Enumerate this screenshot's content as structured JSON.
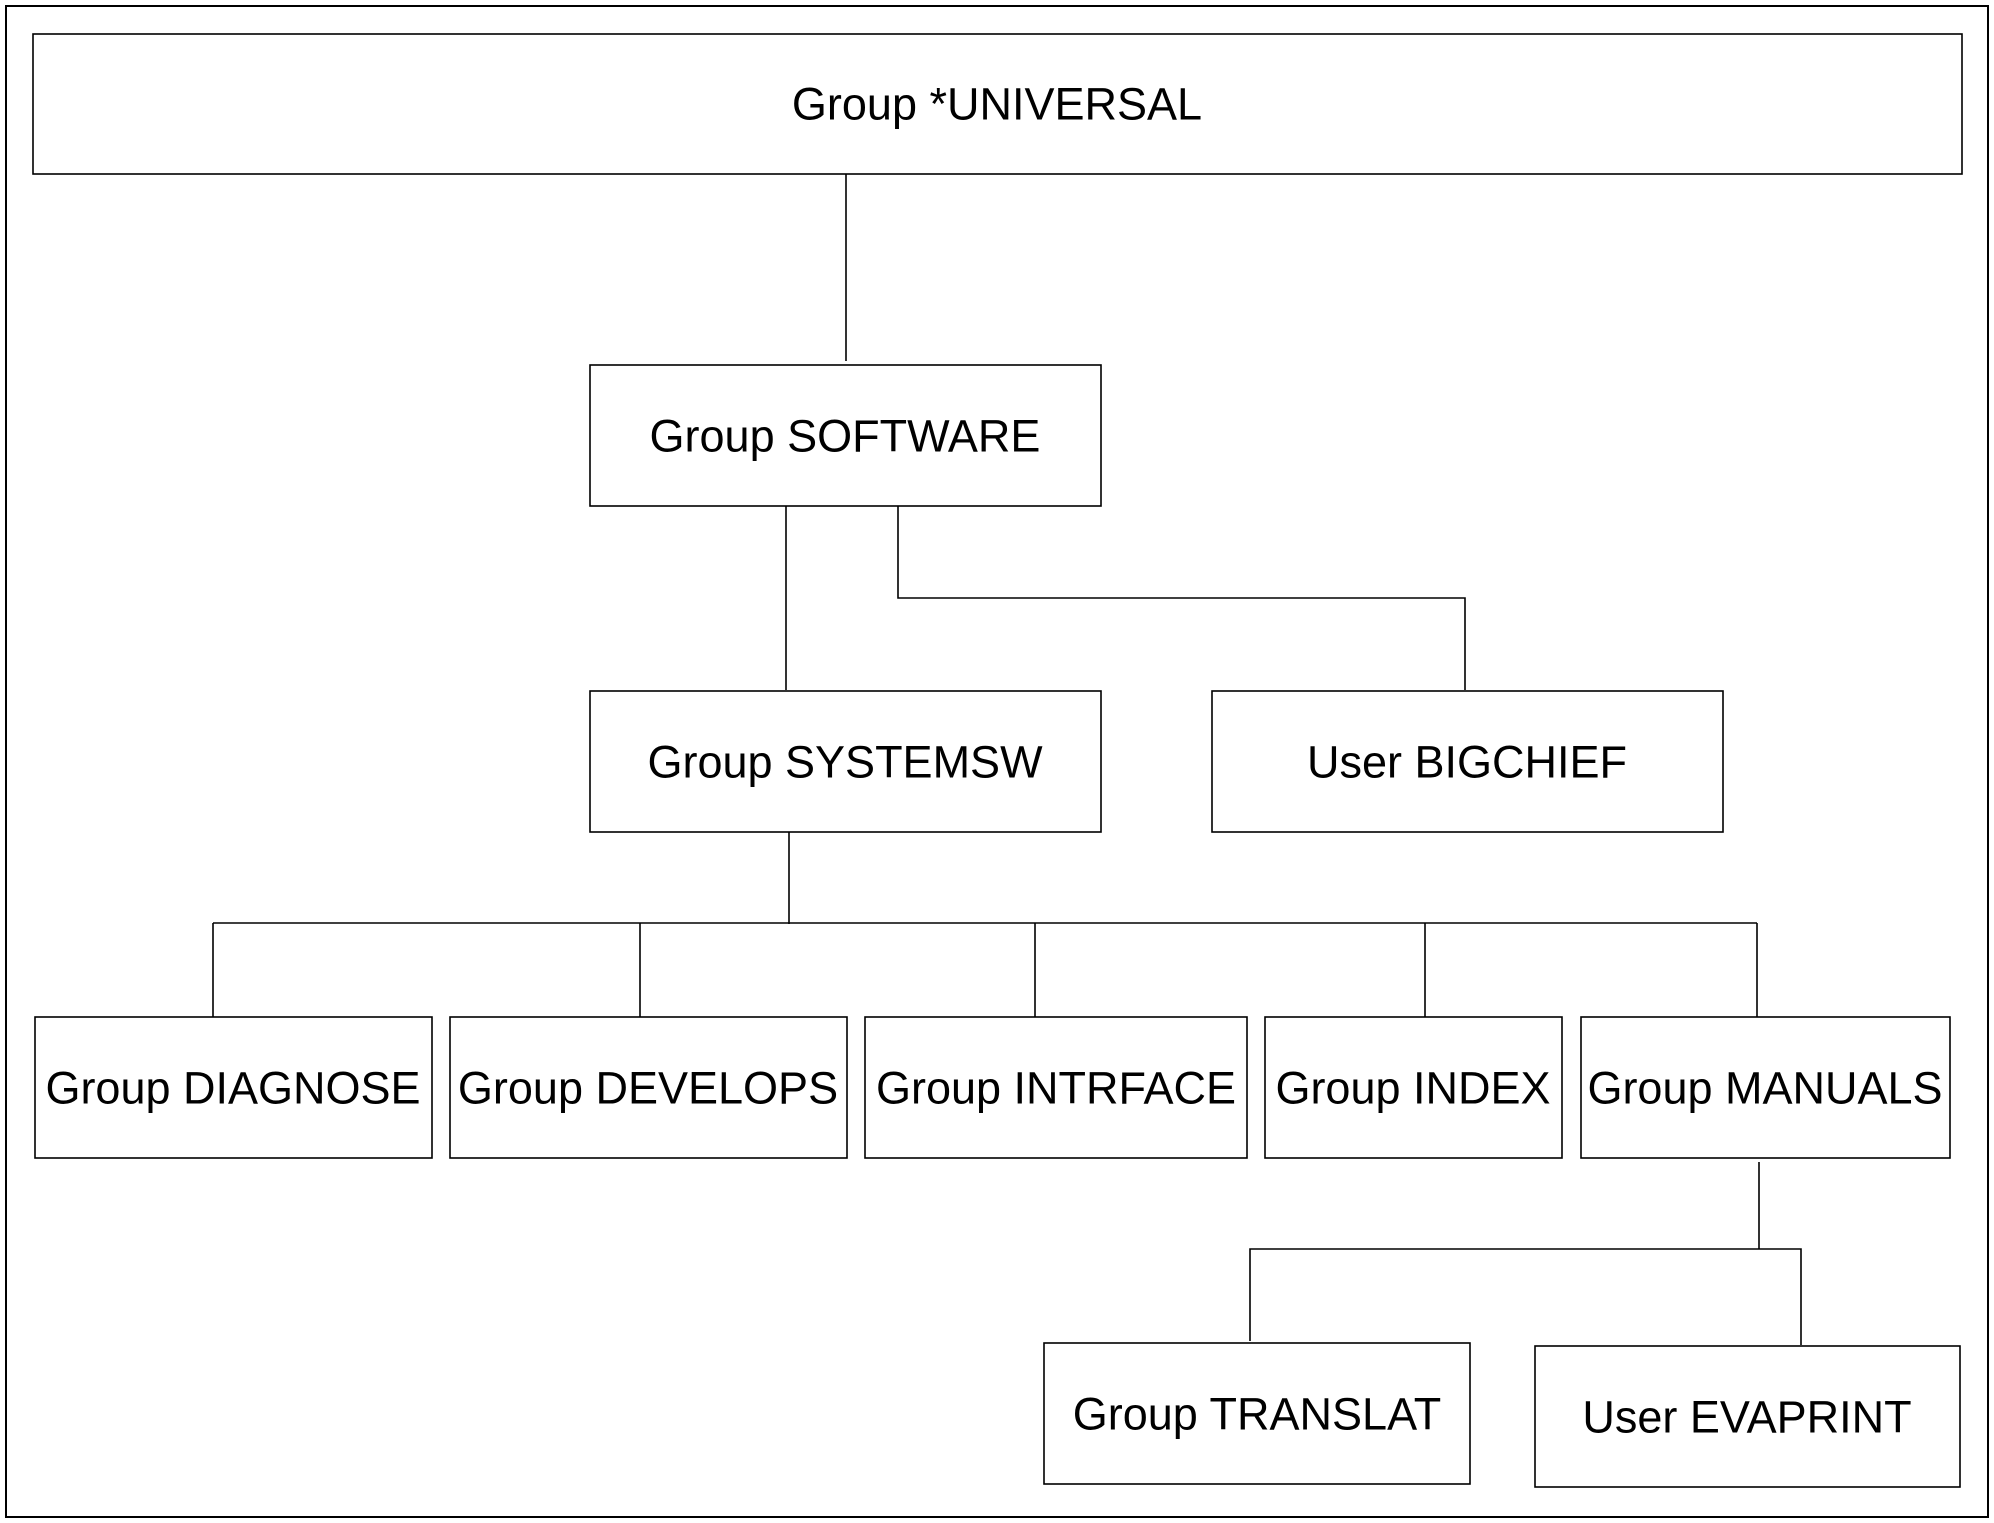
{
  "diagram": {
    "type": "hierarchy",
    "nodes": {
      "universal": "Group *UNIVERSAL",
      "software": "Group SOFTWARE",
      "systemsw": "Group SYSTEMSW",
      "bigchief": "User BIGCHIEF",
      "diagnose": "Group DIAGNOSE",
      "develops": "Group DEVELOPS",
      "intrface": "Group INTRFACE",
      "index": "Group INDEX",
      "manuals": "Group MANUALS",
      "translat": "Group TRANSLAT",
      "evaprint": "User EVAPRINT"
    },
    "edges": [
      [
        "universal",
        "software"
      ],
      [
        "software",
        "systemsw"
      ],
      [
        "software",
        "bigchief"
      ],
      [
        "systemsw",
        "diagnose"
      ],
      [
        "systemsw",
        "develops"
      ],
      [
        "systemsw",
        "intrface"
      ],
      [
        "systemsw",
        "index"
      ],
      [
        "systemsw",
        "manuals"
      ],
      [
        "manuals",
        "translat"
      ],
      [
        "manuals",
        "evaprint"
      ]
    ]
  }
}
